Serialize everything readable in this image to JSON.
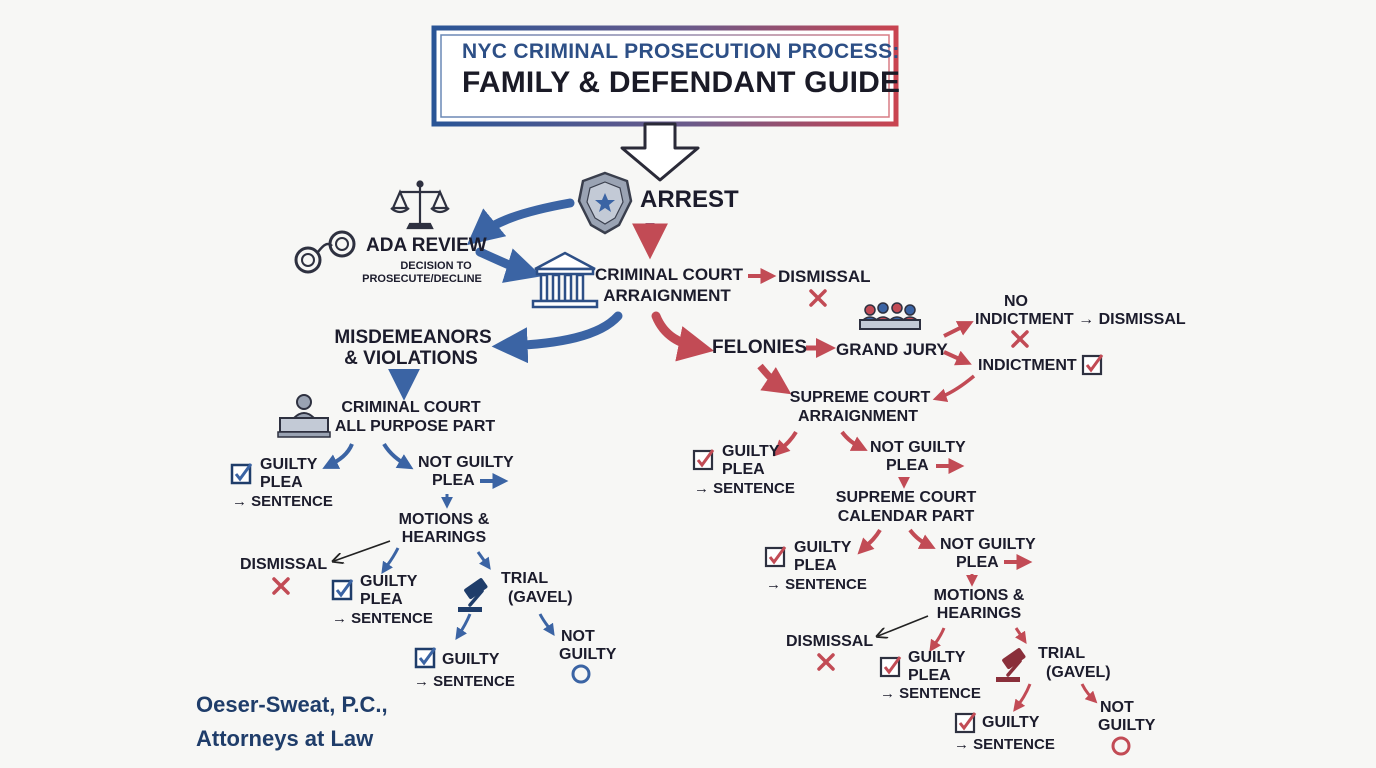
{
  "title": {
    "line1": "NYC CRIMINAL PROSECUTION PROCESS:",
    "line2": "FAMILY & DEFENDANT GUIDE"
  },
  "colors": {
    "blue": "#3b64a4",
    "red": "#c24b55",
    "ink": "#1c1c2c",
    "firm": "#1f3d6a"
  },
  "icons": [
    "police-badge-icon",
    "scales-of-justice-icon",
    "handcuffs-icon",
    "courthouse-icon",
    "jury-icon",
    "judge-icon",
    "gavel-icon",
    "checkbox-checked-icon",
    "x-mark-icon",
    "circle-icon"
  ],
  "nodes": {
    "arrest": "ARREST",
    "ada_review": "ADA REVIEW",
    "ada_review_note_1": "DECISION TO",
    "ada_review_note_2": "PROSECUTE/DECLINE",
    "cc_arraignment_1": "CRIMINAL COURT",
    "cc_arraignment_2": "ARRAIGNMENT",
    "dismissal_top": "DISMISSAL",
    "misdemeanors_1": "MISDEMEANORS",
    "misdemeanors_2": "& VIOLATIONS",
    "felonies": "FELONIES",
    "grand_jury": "GRAND JURY",
    "no_indictment_1": "NO",
    "no_indictment_2": "INDICTMENT",
    "no_indictment_dismissal": "DISMISSAL",
    "indictment": "INDICTMENT",
    "left": {
      "all_purpose_1": "CRIMINAL COURT",
      "all_purpose_2": "ALL PURPOSE PART",
      "guilty_plea_1": "GUILTY",
      "guilty_plea_2": "PLEA",
      "guilty_plea_sentence": "SENTENCE",
      "not_guilty_plea_1": "NOT GUILTY",
      "not_guilty_plea_2": "PLEA",
      "motions_1": "MOTIONS &",
      "motions_2": "HEARINGS",
      "dismissal": "DISMISSAL",
      "motions_guilty_1": "GUILTY",
      "motions_guilty_2": "PLEA",
      "motions_guilty_sentence": "SENTENCE",
      "trial_1": "TRIAL",
      "trial_2": "(GAVEL)",
      "verdict_guilty": "GUILTY",
      "verdict_guilty_sentence": "SENTENCE",
      "not_guilty_1": "NOT",
      "not_guilty_2": "GUILTY"
    },
    "right": {
      "sc_arraignment_1": "SUPREME COURT",
      "sc_arraignment_2": "ARRAIGNMENT",
      "guilty_plea_1": "GUILTY",
      "guilty_plea_2": "PLEA",
      "guilty_plea_sentence": "SENTENCE",
      "not_guilty_plea_1": "NOT GUILTY",
      "not_guilty_plea_2": "PLEA",
      "calendar_1": "SUPREME COURT",
      "calendar_2": "CALENDAR PART",
      "cal_guilty_1": "GUILTY",
      "cal_guilty_2": "PLEA",
      "cal_guilty_sentence": "SENTENCE",
      "cal_not_guilty_1": "NOT GUILTY",
      "cal_not_guilty_2": "PLEA",
      "motions_1": "MOTIONS &",
      "motions_2": "HEARINGS",
      "dismissal": "DISMISSAL",
      "motions_guilty_1": "GUILTY",
      "motions_guilty_2": "PLEA",
      "motions_guilty_sentence": "SENTENCE",
      "trial_1": "TRIAL",
      "trial_2": "(GAVEL)",
      "verdict_guilty": "GUILTY",
      "verdict_guilty_sentence": "SENTENCE",
      "not_guilty_1": "NOT",
      "not_guilty_2": "GUILTY"
    }
  },
  "arrow_glyph": "→",
  "firm": {
    "line1": "Oeser-Sweat, P.C.,",
    "line2": "Attorneys at Law"
  }
}
